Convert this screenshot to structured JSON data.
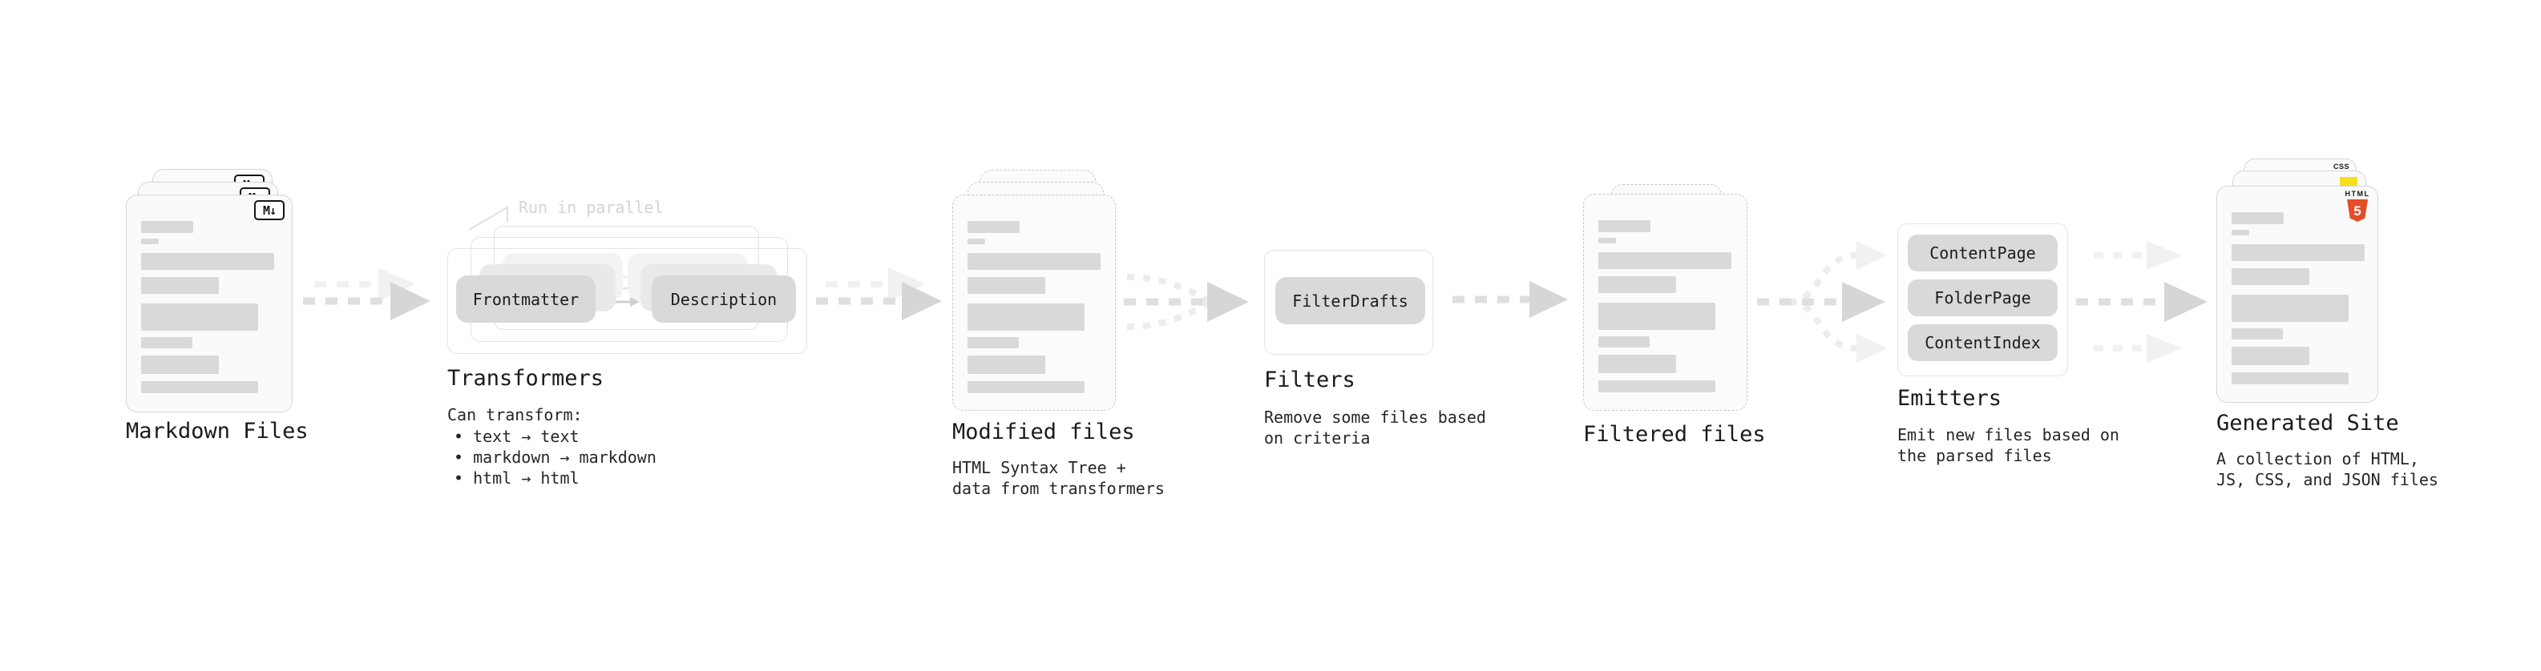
{
  "markdown_files": {
    "label": "Markdown Files",
    "icon_label": "M↓"
  },
  "transformers": {
    "annotation": "Run in parallel",
    "pill_frontmatter": "Frontmatter",
    "pill_description": "Description",
    "title": "Transformers",
    "subtitle": "Can transform:",
    "bullet_1": "• text → text",
    "bullet_2": "• markdown → markdown",
    "bullet_3": "• html → html"
  },
  "modified_files": {
    "title": "Modified files",
    "desc_line1": "HTML Syntax Tree +",
    "desc_line2": "data from transformers"
  },
  "filters": {
    "pill": "FilterDrafts",
    "title": "Filters",
    "desc_line1": "Remove some files based",
    "desc_line2": "on criteria"
  },
  "filtered_files": {
    "title": "Filtered files"
  },
  "emitters": {
    "pill_1": "ContentPage",
    "pill_2": "FolderPage",
    "pill_3": "ContentIndex",
    "title": "Emitters",
    "desc_line1": "Emit new files based on",
    "desc_line2": "the parsed files"
  },
  "generated_site": {
    "title": "Generated Site",
    "desc_line1": "A collection of HTML,",
    "desc_line2": "JS, CSS, and JSON files",
    "html5_icon_label": "HTML",
    "html5_icon_number": "5",
    "css_icon_label": "CSS"
  },
  "colors": {
    "background": "#ffffff",
    "card_fill": "#fafafa",
    "card_border": "#d6d6d6",
    "skeleton": "#d9d9d9",
    "pill_fill": "#d9d9d9",
    "text": "#1a1a1a",
    "annotation": "#d4d4d4",
    "arrow": "#dfdfdf",
    "arrow_head": "#d6d6d6",
    "arrow_light": "#f1f1f1",
    "icon_ink": "#141414",
    "html5_orange": "#e44d26",
    "js_yellow": "#f7df1e",
    "css_blue": "#2965f1"
  }
}
